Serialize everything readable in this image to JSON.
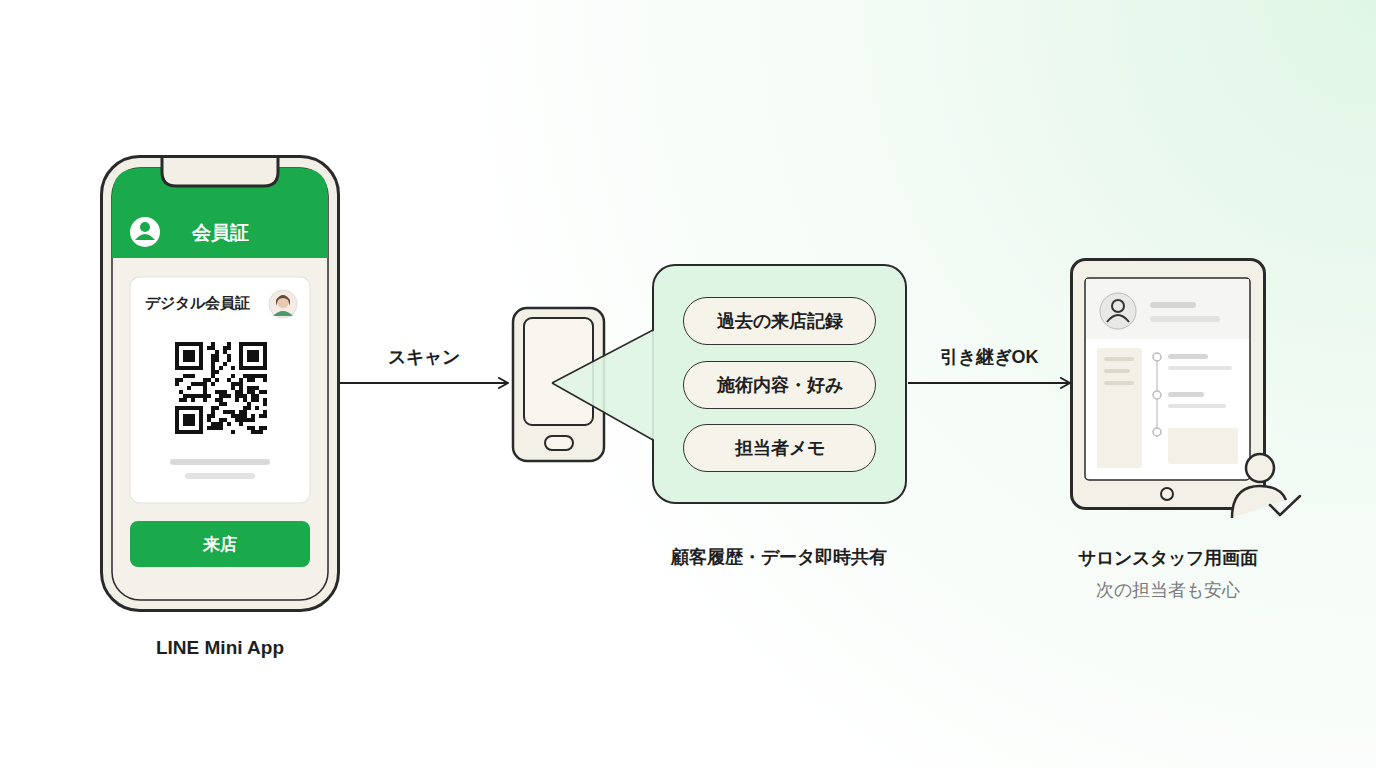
{
  "diagram": {
    "nodes": [
      {
        "text": [
          "LINE Mini App"
        ]
      },
      {
        "text": [
          "会員証"
        ],
        "in": 0
      },
      {
        "text": [
          "デジタル会員証"
        ],
        "in": 0
      },
      {
        "text": [
          "来店"
        ],
        "in": 0
      },
      {
        "text": [
          "顧客履歴・データ即時共有"
        ]
      },
      {
        "text": [
          "過去の来店記録"
        ],
        "in": 4
      },
      {
        "text": [
          "施術内容・好み"
        ],
        "in": 4
      },
      {
        "text": [
          "担当者メモ"
        ],
        "in": 4
      },
      {
        "text": [
          "サロンスタッフ用画面",
          "次の担当者も安心"
        ]
      }
    ],
    "edges": [
      {
        "from": 0,
        "to": 4,
        "arrow": "to",
        "label": "スキャン"
      },
      {
        "from": 4,
        "to": 8,
        "arrow": "to",
        "label": "引き継ぎOK"
      }
    ]
  }
}
